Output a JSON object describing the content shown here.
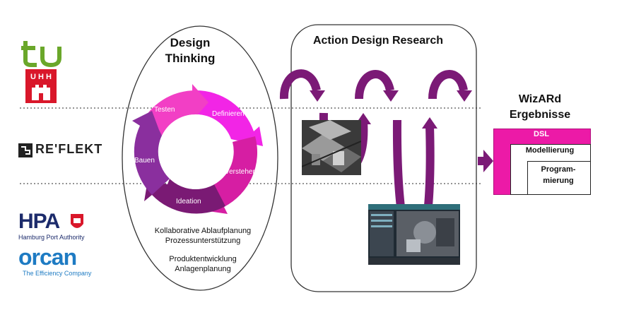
{
  "logos": {
    "tu": "tu",
    "uhh": "U H H",
    "reflekt": "RE'FLEKT",
    "hpa": "HPA",
    "hpa_sub": "Hamburg Port Authority",
    "orcan": "orcan",
    "orcan_sub": "The Efficiency Company"
  },
  "design_thinking": {
    "title_line1": "Design",
    "title_line2": "Thinking",
    "cycle": [
      "Testen",
      "Definieren",
      "Verstehen",
      "Ideation",
      "Bauen"
    ],
    "items": [
      "Kollaborative Ablaufplanung",
      "Prozessunterstützung",
      "Produktentwicklung",
      "Anlagenplanung"
    ]
  },
  "adr": {
    "title": "Action Design Research"
  },
  "wizard": {
    "title_line1": "WizARd",
    "title_line2": "Ergebnisse",
    "dsl": "DSL",
    "modellierung": "Modellierung",
    "prog_line1": "Program-",
    "prog_line2": "mierung"
  },
  "colors": {
    "magenta": "#ec1aa7",
    "pink": "#f23fc5",
    "purple": "#7a1a74",
    "violet": "#8a2f9e",
    "green": "#6aa72a",
    "red": "#d9172a",
    "navy": "#1c2b6b",
    "blue": "#1e7bc3"
  }
}
